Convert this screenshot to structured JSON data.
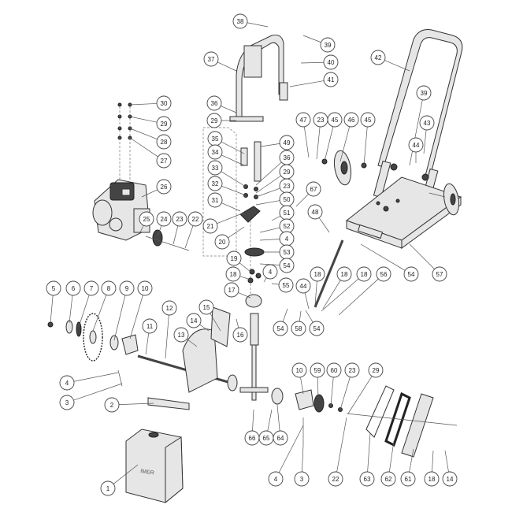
{
  "diagram": {
    "type": "exploded-parts-diagram",
    "tank_brand": "IMER",
    "callouts": [
      "38",
      "39",
      "40",
      "41",
      "37",
      "42",
      "39",
      "36",
      "29",
      "35",
      "34",
      "33",
      "32",
      "31",
      "21",
      "20",
      "49",
      "36",
      "29",
      "23",
      "50",
      "51",
      "52",
      "4",
      "53",
      "54",
      "67",
      "19",
      "18",
      "17",
      "4",
      "55",
      "47",
      "23",
      "45",
      "46",
      "45",
      "43",
      "44",
      "48",
      "18",
      "18",
      "18",
      "56",
      "44",
      "54",
      "58",
      "54",
      "54",
      "57",
      "30",
      "29",
      "28",
      "27",
      "26",
      "25",
      "24",
      "23",
      "22",
      "5",
      "6",
      "7",
      "8",
      "9",
      "10",
      "11",
      "12",
      "13",
      "14",
      "15",
      "16",
      "4",
      "3",
      "2",
      "1",
      "66",
      "65",
      "64",
      "10",
      "59",
      "60",
      "23",
      "29",
      "4",
      "3",
      "22",
      "63",
      "62",
      "61",
      "18",
      "14"
    ]
  }
}
